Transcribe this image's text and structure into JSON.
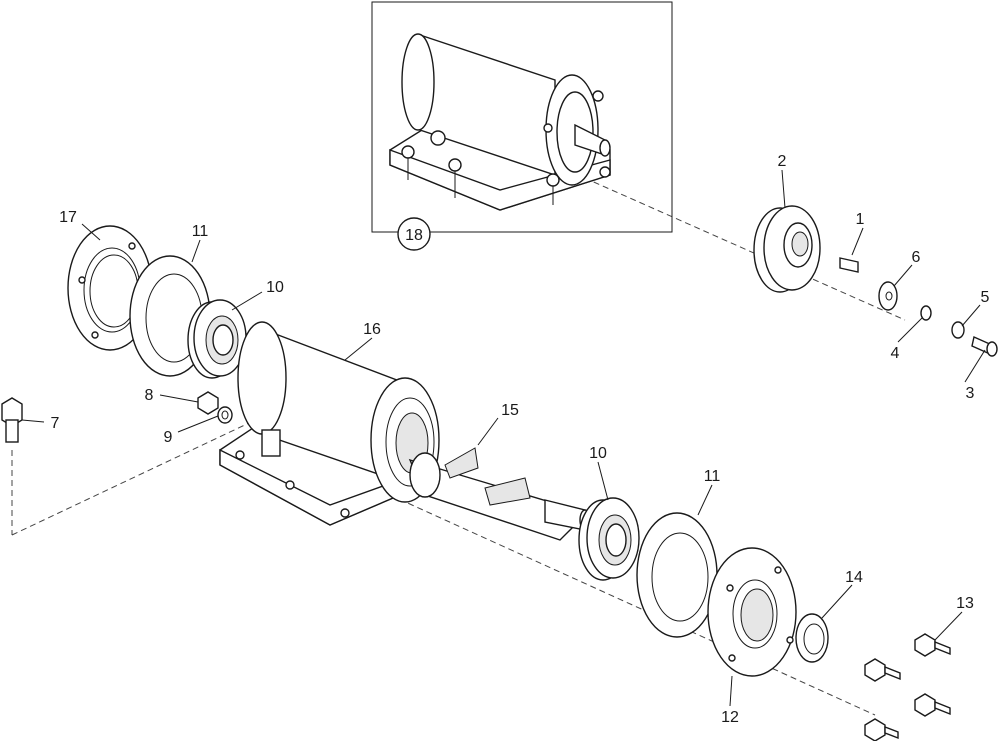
{
  "diagram": {
    "callouts": [
      {
        "id": "c1",
        "label": "1"
      },
      {
        "id": "c2",
        "label": "2"
      },
      {
        "id": "c3",
        "label": "3"
      },
      {
        "id": "c4",
        "label": "4"
      },
      {
        "id": "c5",
        "label": "5"
      },
      {
        "id": "c6",
        "label": "6"
      },
      {
        "id": "c7",
        "label": "7"
      },
      {
        "id": "c8",
        "label": "8"
      },
      {
        "id": "c9",
        "label": "9"
      },
      {
        "id": "c10a",
        "label": "10"
      },
      {
        "id": "c10b",
        "label": "10"
      },
      {
        "id": "c11a",
        "label": "11"
      },
      {
        "id": "c11b",
        "label": "11"
      },
      {
        "id": "c12",
        "label": "12"
      },
      {
        "id": "c13",
        "label": "13"
      },
      {
        "id": "c14",
        "label": "14"
      },
      {
        "id": "c15",
        "label": "15"
      },
      {
        "id": "c16",
        "label": "16"
      },
      {
        "id": "c17",
        "label": "17"
      },
      {
        "id": "c18",
        "label": "18"
      }
    ]
  }
}
